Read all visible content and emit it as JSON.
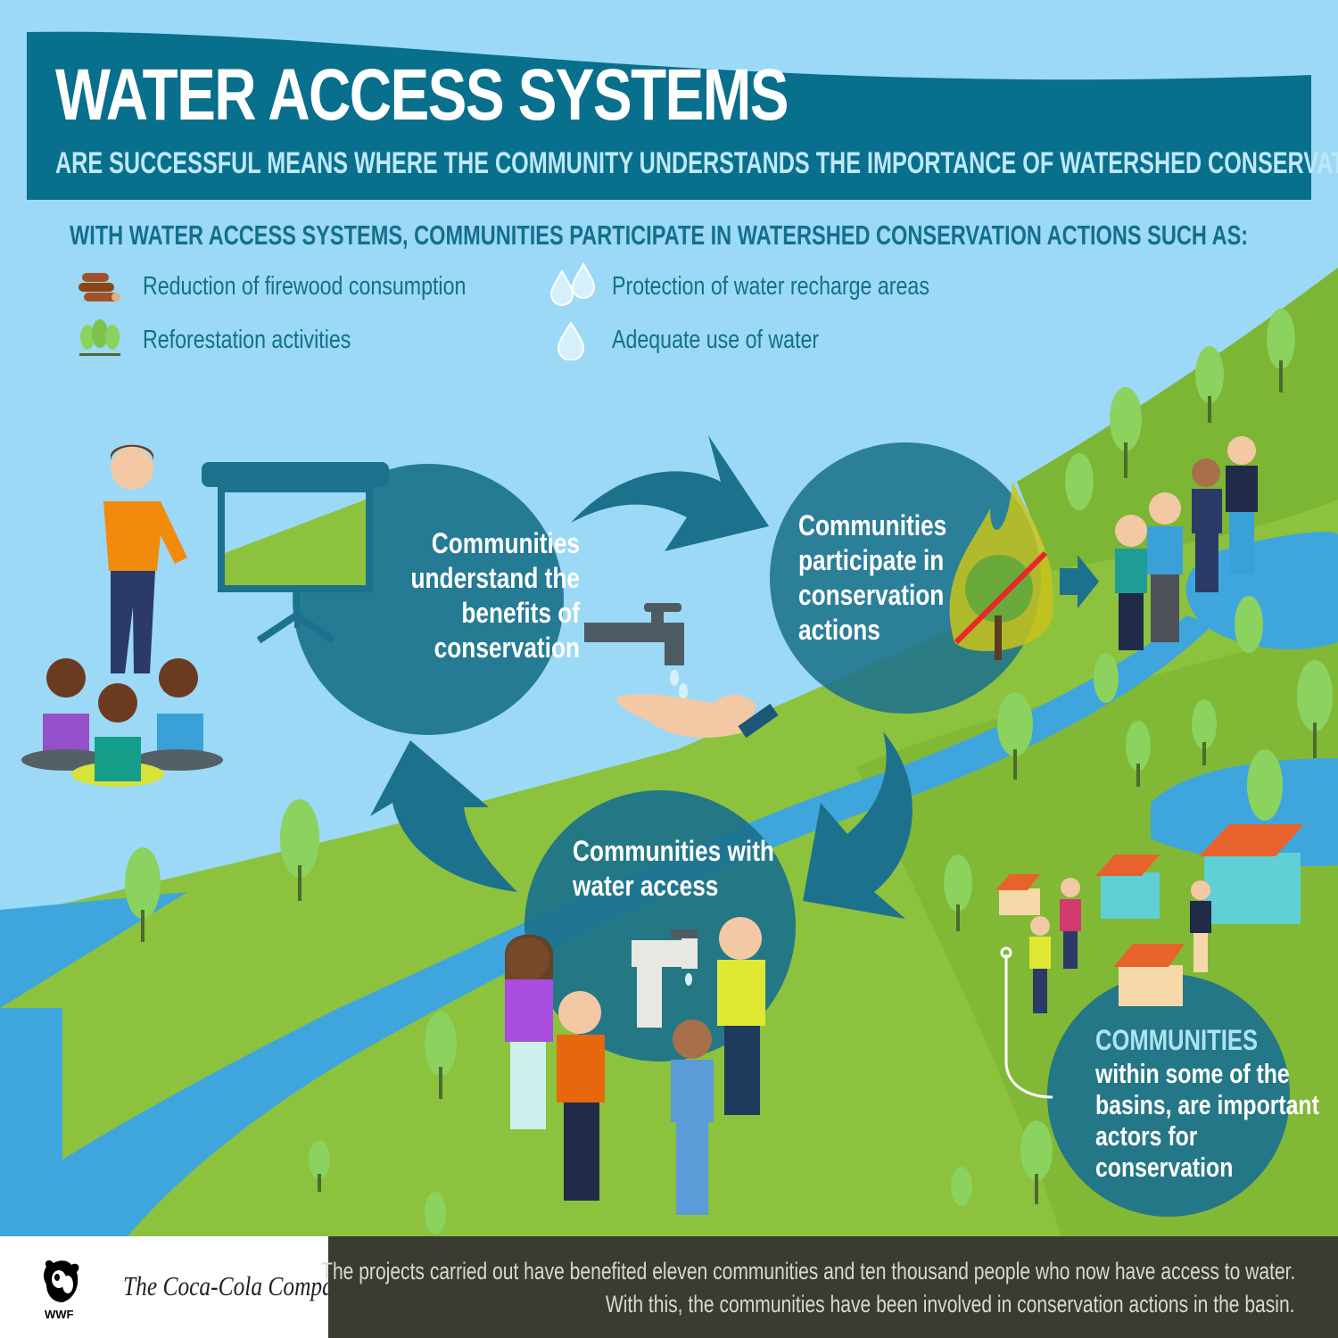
{
  "title": "WATER ACCESS SYSTEMS",
  "subtitle": "ARE SUCCESSFUL MEANS WHERE THE COMMUNITY UNDERSTANDS THE IMPORTANCE OF WATERSHED CONSERVATION.",
  "actions": {
    "heading": "WITH WATER ACCESS SYSTEMS, COMMUNITIES PARTICIPATE IN WATERSHED CONSERVATION ACTIONS SUCH AS:",
    "items": [
      {
        "label": "Reduction of firewood consumption",
        "icon": "firewood-logs-icon"
      },
      {
        "label": "Reforestation activities",
        "icon": "trees-icon"
      },
      {
        "label": "Protection of water recharge areas",
        "icon": "water-drops-icon"
      },
      {
        "label": "Adequate use of water",
        "icon": "water-drop-icon"
      }
    ]
  },
  "cycle": {
    "understand": [
      "Communities",
      "understand the",
      "benefits of",
      "conservation"
    ],
    "participate": [
      "Communities",
      "participate in",
      "conservation",
      "actions"
    ],
    "water_access": [
      "Communities with",
      "water access"
    ]
  },
  "communities": {
    "heading": "COMMUNITIES",
    "body": [
      "within some of the",
      "basins, are important",
      "actors for",
      "conservation"
    ]
  },
  "footer": {
    "line1": "The projects carried out have benefited eleven communities and ten thousand people who now have access to water.",
    "line2": "With this, the communities have been involved in conservation actions in the basin."
  },
  "logos": {
    "wwf": "WWF",
    "coca_cola": "The Coca-Cola Company"
  },
  "colors": {
    "sky": "#9bd9f7",
    "banner": "#086f8c",
    "grass": "#8cc23e",
    "river": "#3fa6dd",
    "circle": "#1c728c",
    "footer": "#3a3b33"
  }
}
